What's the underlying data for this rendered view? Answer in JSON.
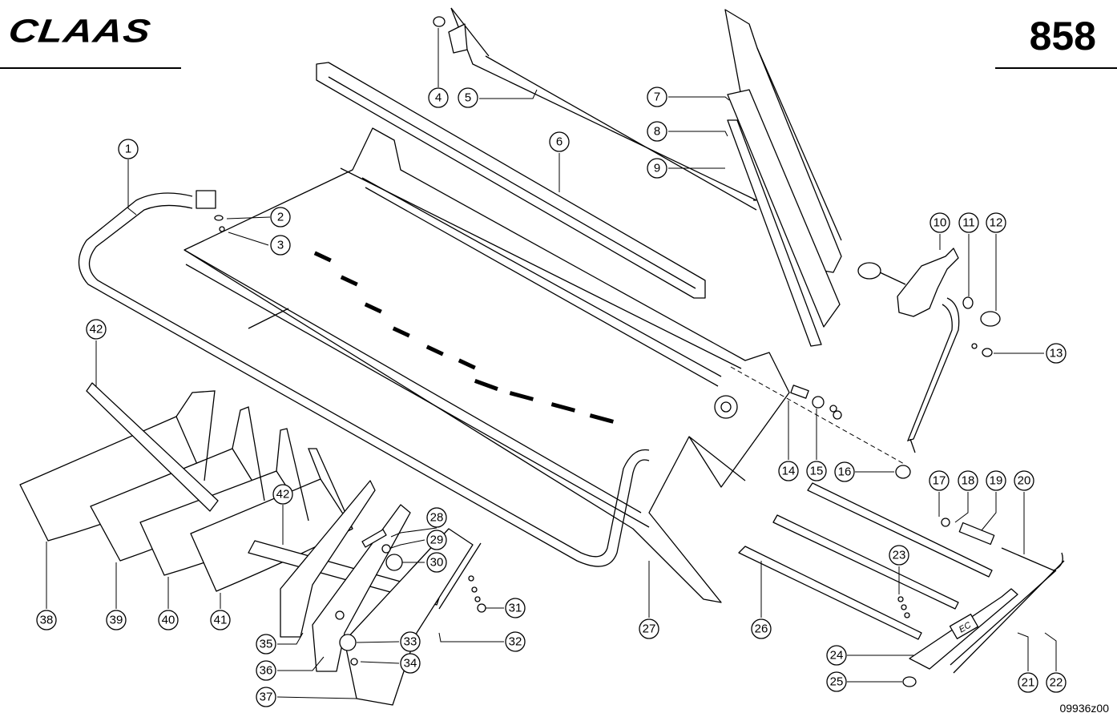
{
  "header": {
    "brand": "CLAAS",
    "page_number": "858"
  },
  "drawing_code": "09936z00",
  "callouts": [
    {
      "id": "1",
      "label": "1"
    },
    {
      "id": "2",
      "label": "2"
    },
    {
      "id": "3",
      "label": "3"
    },
    {
      "id": "4",
      "label": "4"
    },
    {
      "id": "5",
      "label": "5"
    },
    {
      "id": "6",
      "label": "6"
    },
    {
      "id": "7",
      "label": "7"
    },
    {
      "id": "8",
      "label": "8"
    },
    {
      "id": "9",
      "label": "9"
    },
    {
      "id": "10",
      "label": "10"
    },
    {
      "id": "11",
      "label": "11"
    },
    {
      "id": "12",
      "label": "12"
    },
    {
      "id": "13",
      "label": "13"
    },
    {
      "id": "14",
      "label": "14"
    },
    {
      "id": "15",
      "label": "15"
    },
    {
      "id": "16",
      "label": "16"
    },
    {
      "id": "17",
      "label": "17"
    },
    {
      "id": "18",
      "label": "18"
    },
    {
      "id": "19",
      "label": "19"
    },
    {
      "id": "20",
      "label": "20"
    },
    {
      "id": "21",
      "label": "21"
    },
    {
      "id": "22",
      "label": "22"
    },
    {
      "id": "23",
      "label": "23"
    },
    {
      "id": "24",
      "label": "24"
    },
    {
      "id": "25",
      "label": "25"
    },
    {
      "id": "26",
      "label": "26"
    },
    {
      "id": "27",
      "label": "27"
    },
    {
      "id": "28",
      "label": "28"
    },
    {
      "id": "29",
      "label": "29"
    },
    {
      "id": "30",
      "label": "30"
    },
    {
      "id": "31",
      "label": "31"
    },
    {
      "id": "32",
      "label": "32"
    },
    {
      "id": "33",
      "label": "33"
    },
    {
      "id": "34",
      "label": "34"
    },
    {
      "id": "35",
      "label": "35"
    },
    {
      "id": "36",
      "label": "36"
    },
    {
      "id": "37",
      "label": "37"
    },
    {
      "id": "38",
      "label": "38"
    },
    {
      "id": "39",
      "label": "39"
    },
    {
      "id": "40",
      "label": "40"
    },
    {
      "id": "41",
      "label": "41"
    },
    {
      "id": "42a",
      "label": "42"
    },
    {
      "id": "42b",
      "label": "42"
    }
  ],
  "stamp_text": "EC"
}
